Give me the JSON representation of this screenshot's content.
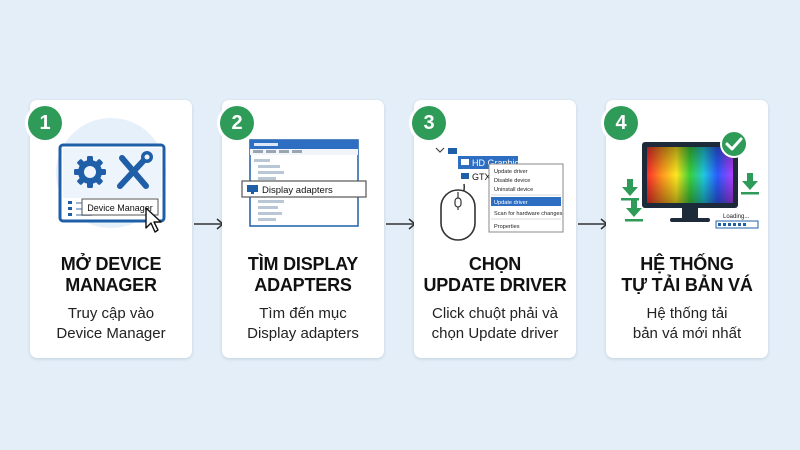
{
  "steps": [
    {
      "number": "1",
      "title_line1": "MỞ DEVICE",
      "title_line2": "MANAGER",
      "desc_line1": "Truy cập vào",
      "desc_line2": "Device Manager",
      "illus_label": "Device Manager"
    },
    {
      "number": "2",
      "title_line1": "TÌM DISPLAY",
      "title_line2": "ADAPTERS",
      "desc_line1": "Tìm đến mục",
      "desc_line2": "Display adapters",
      "illus_label": "Display adapters"
    },
    {
      "number": "3",
      "title_line1": "CHỌN",
      "title_line2": "UPDATE DRIVER",
      "desc_line1": "Click chuột phải và",
      "desc_line2": "chọn Update driver",
      "device_1": "HD Graphics",
      "device_2": "GTX",
      "menu_items": [
        "Update driver",
        "Disable device",
        "Uninstall device",
        "Update driver",
        "Scan for hardware changes",
        "Properties"
      ]
    },
    {
      "number": "4",
      "title_line1": "HỆ THỐNG",
      "title_line2": "TỰ TẢI BẢN VÁ",
      "desc_line1": "Hệ thống tải",
      "desc_line2": "bản vá mới nhất",
      "loading_label": "Loading..."
    }
  ],
  "colors": {
    "badge": "#2e9b58",
    "accent_blue": "#1f5fa8",
    "background": "#e3eef8"
  }
}
